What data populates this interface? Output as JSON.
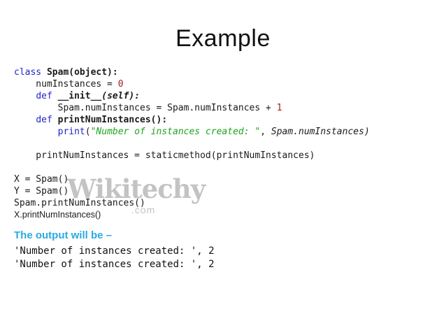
{
  "slide": {
    "title": "Example"
  },
  "colors": {
    "keyword_blue": "#2323cb",
    "number_red": "#9b2020",
    "string_green": "#1fa31f",
    "output_heading_blue": "#29abe2",
    "watermark_gray": "#b9b9b9",
    "text_black": "#1a1a1a",
    "background": "#ffffff"
  },
  "code": {
    "lines": [
      [
        {
          "t": "class ",
          "s": "kw"
        },
        {
          "t": "Spam(object):",
          "s": "b"
        }
      ],
      [
        {
          "t": "    numInstances = ",
          "s": "p"
        },
        {
          "t": "0",
          "s": "num"
        }
      ],
      [
        {
          "t": "    ",
          "s": "p"
        },
        {
          "t": "def ",
          "s": "kw"
        },
        {
          "t": "__init__",
          "s": "b"
        },
        {
          "t": "(self):",
          "s": "bi"
        }
      ],
      [
        {
          "t": "        Spam.numInstances = Spam.numInstances + ",
          "s": "p"
        },
        {
          "t": "1",
          "s": "num"
        }
      ],
      [
        {
          "t": "    ",
          "s": "p"
        },
        {
          "t": "def ",
          "s": "kw"
        },
        {
          "t": "printNumInstances():",
          "s": "b"
        }
      ],
      [
        {
          "t": "        ",
          "s": "p"
        },
        {
          "t": "print",
          "s": "kw"
        },
        {
          "t": "(",
          "s": "p"
        },
        {
          "t": "\"Number of instances created: \"",
          "s": "str"
        },
        {
          "t": ", ",
          "s": "p"
        },
        {
          "t": "Spam.numInstances)",
          "s": "i"
        }
      ],
      [],
      [
        {
          "t": "    printNumInstances = staticmethod(printNumInstances)",
          "s": "p"
        }
      ],
      [],
      [
        {
          "t": "X = Spam()",
          "s": "p"
        }
      ],
      [
        {
          "t": "Y = Spam()",
          "s": "p"
        }
      ],
      [
        {
          "t": "Spam.printNumInstances()",
          "s": "p"
        }
      ],
      [
        {
          "t": "X.printNumInstances()",
          "s": "sans"
        }
      ]
    ]
  },
  "watermark": {
    "name": "Wikitechy",
    "domain": ".com"
  },
  "output": {
    "heading": "The output will be –",
    "lines": [
      "'Number of instances created: ', 2",
      "'Number of instances created: ', 2"
    ]
  }
}
